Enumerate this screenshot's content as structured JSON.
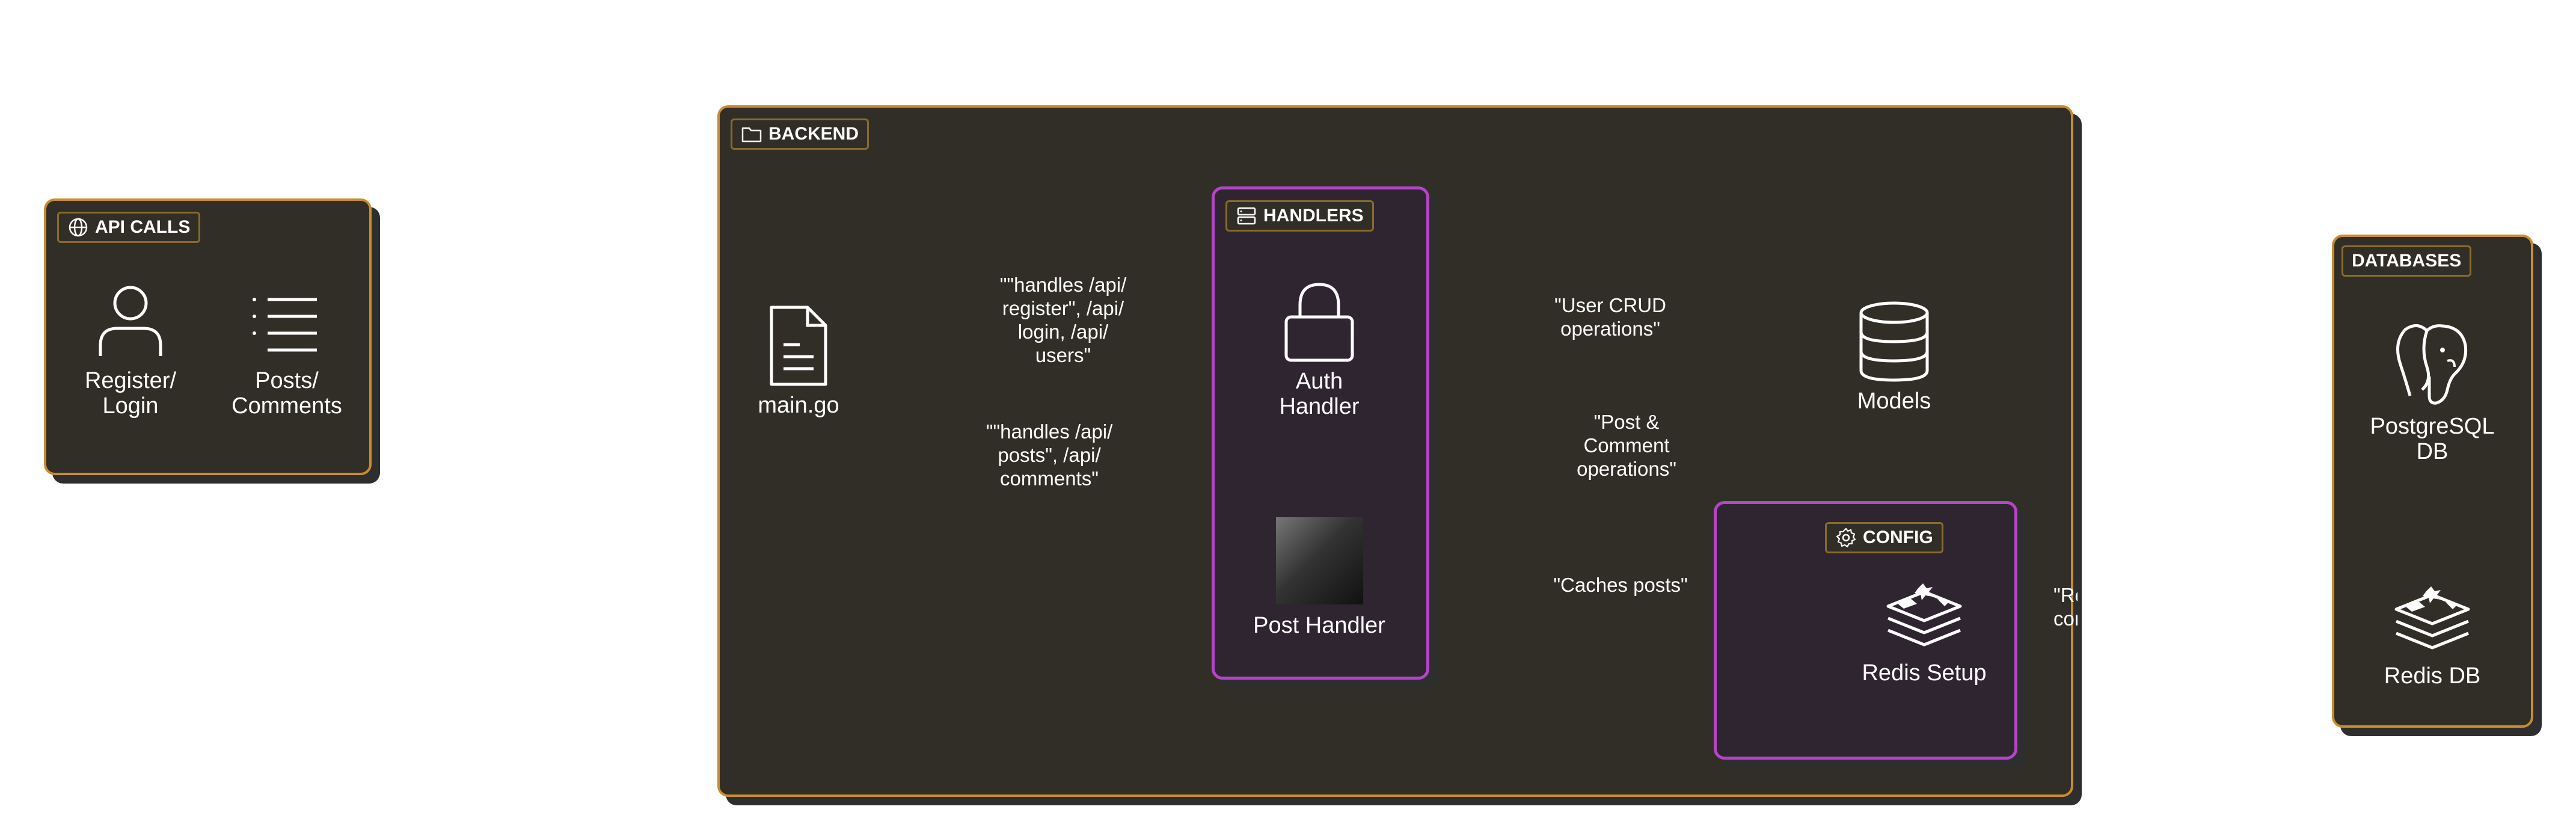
{
  "groups": {
    "api_calls": "API CALLS",
    "backend": "BACKEND",
    "handlers": "HANDLERS",
    "config": "CONFIG",
    "databases": "DATABASES"
  },
  "nodes": {
    "register_login": "Register/\nLogin",
    "posts_comments": "Posts/\nComments",
    "main_go": "main.go",
    "auth_handler": "Auth\nHandler",
    "post_handler": "Post Handler",
    "models": "Models",
    "redis_setup": "Redis Setup",
    "postgres_db": "PostgreSQL\nDB",
    "redis_db": "Redis DB"
  },
  "edge_labels": {
    "main_to_auth": "\"\"handles /api/\nregister\", /api/\nlogin, /api/\nusers\"",
    "main_to_post": "\"\"handles /api/\nposts\", /api/\ncomments\"",
    "user_crud": "\"User CRUD\noperations\"",
    "post_comment_ops": "\"Post &\nComment\noperations\"",
    "caches_posts": "\"Caches posts\"",
    "redis_conn": "\"Re\nconne"
  },
  "colors": {
    "group_orange": "#c98d2e",
    "group_purple": "#b545c8",
    "panel": "#302e27"
  }
}
